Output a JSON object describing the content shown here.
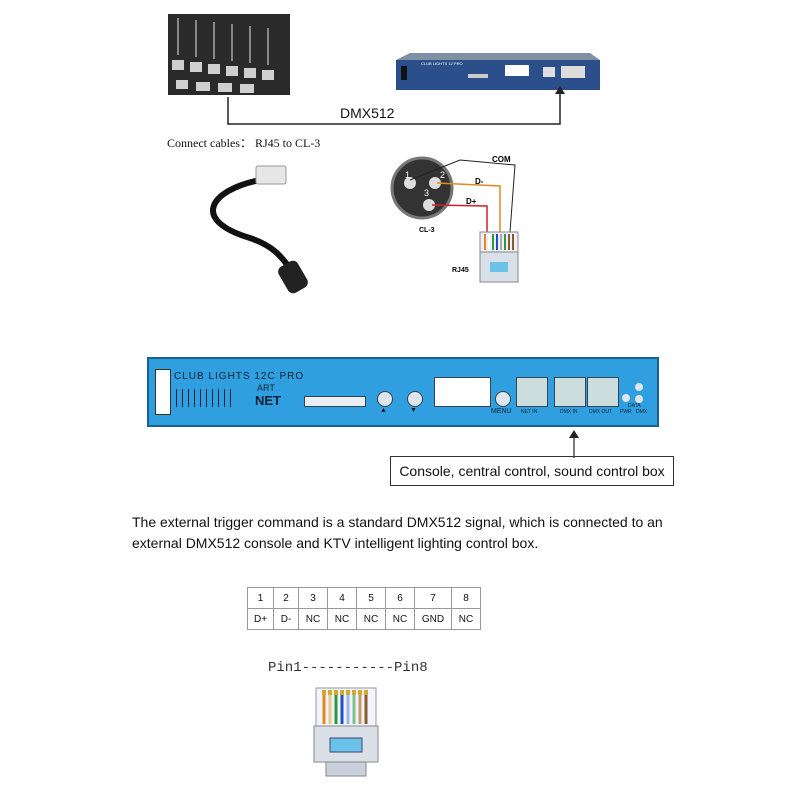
{
  "top": {
    "console_label": "DMX512",
    "connect_text": "Connect cables： RJ45 to CL-3",
    "device_front_title": "CLUB LIGHTS 12 PRO"
  },
  "wiring": {
    "com": "COM",
    "dminus": "D-",
    "dplus": "D+",
    "cl3": "CL-3",
    "rj45": "RJ45",
    "pins": [
      "1",
      "2",
      "3"
    ]
  },
  "panel": {
    "title": "CLUB LIGHTS 12C PRO",
    "art": "ART",
    "net": "NET",
    "menu": "MENU",
    "net_in": "NET IN",
    "dmx_in": "DMX IN",
    "dmx_out": "DMX OUT",
    "pwr": "PWR",
    "data": "DATA",
    "dmx": "DMX",
    "up": "▲",
    "down": "▼"
  },
  "console_box": "Console, central control, sound control box",
  "description_line1": "The external trigger command is a standard DMX512 signal, which is connected to an",
  "description_line2": "external DMX512 console and KTV intelligent lighting control box.",
  "pin_table": {
    "numbers": [
      "1",
      "2",
      "3",
      "4",
      "5",
      "6",
      "7",
      "8"
    ],
    "signals": [
      "D+",
      "D-",
      "NC",
      "NC",
      "NC",
      "NC",
      "GND",
      "NC"
    ]
  },
  "pin_range": "Pin1-----------Pin8",
  "colors": {
    "panel_blue": "#2f9fe0",
    "cable_orange": "#e08a1c",
    "cable_red": "#d0202a"
  }
}
